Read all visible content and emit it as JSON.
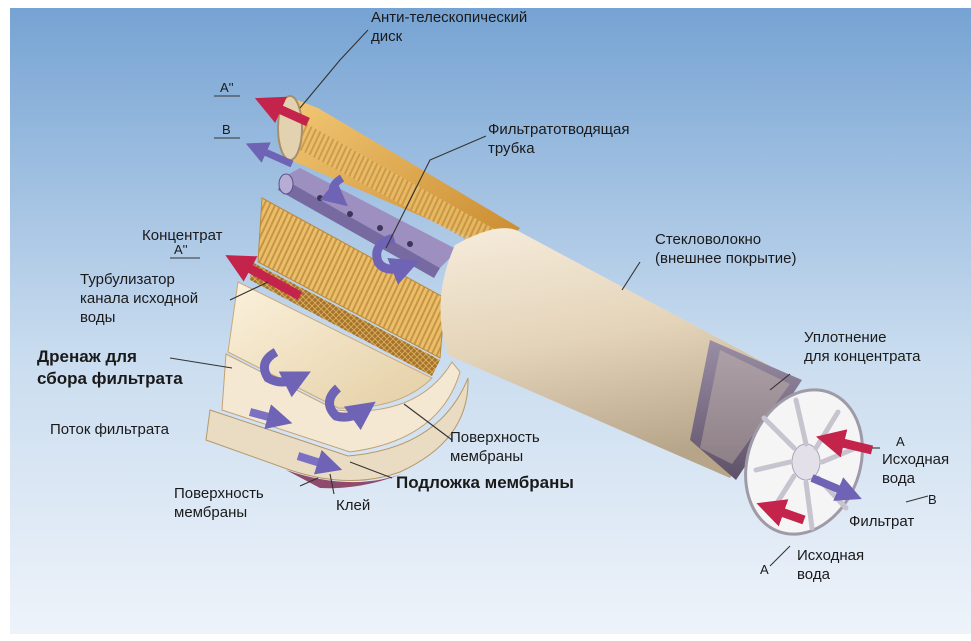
{
  "labels": {
    "anti_telescopic_disk": [
      "Анти-телескопический",
      "диск"
    ],
    "permeate_tube": [
      "Фильтратотводящая",
      "трубка"
    ],
    "fiberglass": [
      "Стекловолокно",
      "(внешнее покрытие)"
    ],
    "concentrate_seal": [
      "Уплотнение",
      "для концентрата"
    ],
    "concentrate": "Концентрат",
    "feed_spacer": [
      "Турбулизатор",
      "канала исходной",
      "воды"
    ],
    "permeate_drain": [
      "Дренаж для",
      "сбора фильтрата"
    ],
    "permeate_flow": "Поток фильтрата",
    "membrane_surface_right": [
      "Поверхность",
      "мембраны"
    ],
    "membrane_support": "Подложка мембраны",
    "membrane_surface_left": [
      "Поверхность",
      "мембраны"
    ],
    "glue": "Клей",
    "feed_water_right": [
      "Исходная",
      "вода"
    ],
    "feed_water_bottom": [
      "Исходная",
      "вода"
    ],
    "permeate": "Фильтрат"
  },
  "markers": {
    "a_double_top": "A''",
    "b_top": "B",
    "a_double_mid": "A''",
    "a_right": "A",
    "b_right": "B",
    "a_bottom": "A"
  },
  "colors": {
    "background_top": "#7aa7d6",
    "background_bottom": "#eef3fa",
    "tube_body": "#e9dcc6",
    "tube_band": "#7d6f86",
    "disk_face": "#f4f4f4",
    "spacer_orange": "#e6b25a",
    "drain_cream": "#f5e7c8",
    "arrow_red": "#c4244b",
    "arrow_blue": "#6e63b5",
    "leader_line": "#333333"
  }
}
